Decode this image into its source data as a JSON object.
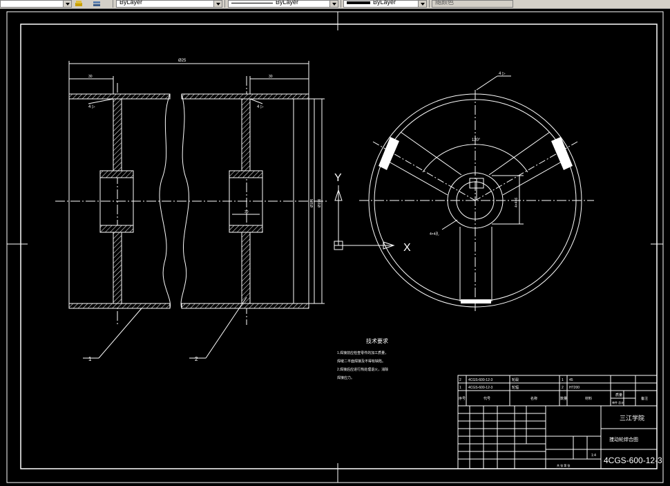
{
  "toolbar": {
    "layer_combo": "ByLayer",
    "linetype_combo": "ByLayer",
    "lineweight_combo": "ByLayer",
    "color_combo": "随颜色"
  },
  "drawing": {
    "dims": {
      "overall_width": "Ø25",
      "left_offset": "30",
      "right_offset": "30",
      "height1": "Ø196",
      "height2": "Ø186",
      "hub_width": "30",
      "angle": "120°",
      "hub_height": "4×4=6",
      "bore_note": "4×4孔"
    },
    "weld_symbol": "4 ▷",
    "balloons": [
      "1",
      "2"
    ],
    "ucs": {
      "y": "Y",
      "x": "X"
    },
    "tech_req": {
      "title": "技术要求",
      "lines": [
        "1.焊接前应检查零件的加工质量，",
        "  焊缝二平面焊接及不得有缺陷。",
        "2.焊接后应进行热处理退火，消除",
        "  焊接应力。"
      ]
    },
    "parts_list": [
      {
        "no": "2",
        "code": "4CGS-600-12-3",
        "name": "轮毂",
        "qty": "1",
        "material": "45"
      },
      {
        "no": "1",
        "code": "4CGS-600-12-3",
        "name": "轮辐",
        "qty": "2",
        "material": "HT200"
      }
    ],
    "parts_header": {
      "no": "序号",
      "code": "代号",
      "name": "名称",
      "qty": "数量",
      "material": "材料",
      "weight": "单件 总计",
      "mass": "质量",
      "remark": "备注"
    },
    "title_block": {
      "school": "三江学院",
      "drawing_name": "搅动轮焊合图",
      "drawing_no": "4CGS-600-12-3",
      "scale": "1:4",
      "sheet": "共  张  第  张"
    }
  }
}
